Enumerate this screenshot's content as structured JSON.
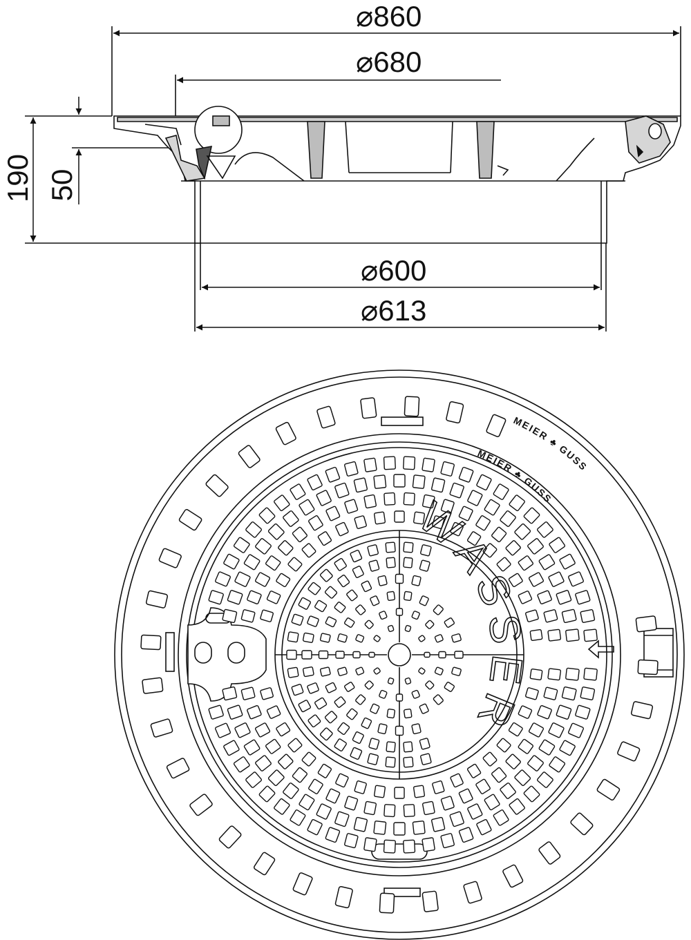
{
  "dimensions": {
    "outer_diameter": "860",
    "frame_diameter": "680",
    "clear_opening": "600",
    "spigot_diameter": "613",
    "total_height": "190",
    "cover_depth": "50"
  },
  "diameter_symbol": "⌀",
  "cover_marking": "WASSER",
  "logo_frame": "MEIER ♣ GUSS",
  "logo_cover": "MEIER ♣ GUSS"
}
